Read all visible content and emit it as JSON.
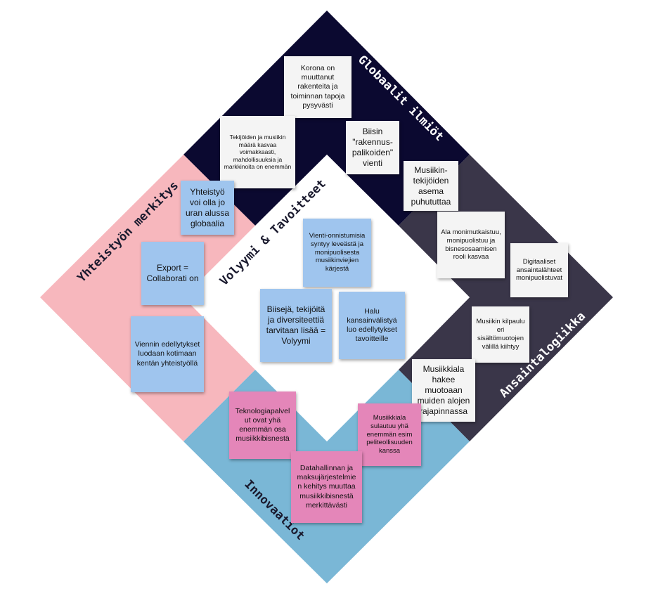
{
  "colors": {
    "globaalit": "#0b0930",
    "ansaintalogiikka": "#3a3649",
    "innovaatiot": "#7ab7d6",
    "yhteistyo": "#f7b7bd",
    "center": "#ffffff",
    "note_white": "#f4f4f4",
    "note_blue": "#9fc5ee",
    "note_pink": "#e486b9"
  },
  "sections": {
    "globaalit": "Globaalit ilmiöt",
    "ansaintalogiikka": "Ansaintalogiikka",
    "innovaatiot": "Innovaatiot",
    "yhteistyo": "Yhteistyön merkitys",
    "center": "Volyymi & Tavoitteet"
  },
  "notes": {
    "korona": "Korona on muuttanut rakenteita ja toiminnan tapoja pysyvästi",
    "tekijoiden_maara": "Tekijöiden ja musiikin määrä kasvaa voimakkaasti, mahdollisuuksia ja markkinoita on enemmän",
    "biisin_vienti": "Biisin \"rakennus-palikoiden\" vienti",
    "asema": "Musiikin-tekijöiden asema puhututtaa",
    "ala_monimutkaistuu": "Ala monimutkaistuu, monipuolistuu ja bisnesosaamisen rooli kasvaa",
    "digitaaliset": "Digitaaliset ansaintalähteet monipuolistuvat",
    "kilpaulu": "Musiikin kilpaulu eri sisältömuotojen välillä kiihtyy",
    "rajapinnassa": "Musiikkiala hakee muotoaan muiden alojen rajapinnassa",
    "yhteistyo_globaalia": "Yhteistyö voi olla jo uran alussa globaalia",
    "export": "Export = Collaborati on",
    "viennin": "Viennin edellytykset luodaan kotimaan kentän yhteistyöllä",
    "vienti_onnistumisia": "Vienti-onnistumisia syntyy leveästä ja monipuolisesta musiikinviejien kärjestä",
    "biiseja": "Biisejä, tekijöitä ja diversiteettiä tarvitaan lisää = Volyymi",
    "halu": "Halu kansainvälistyä luo edellytykset tavoitteille",
    "teknologia": "Teknologiapalvel ut ovat yhä enemmän osa musiikkibisnestä",
    "sulautuu": "Musiikkiala sulautuu yhä enemmän esim peliteollisuuden kanssa",
    "datahallinnan": "Datahallinnan ja maksujärjestelmie n kehitys muuttaa musiikkibisnestä merkittävästi"
  }
}
